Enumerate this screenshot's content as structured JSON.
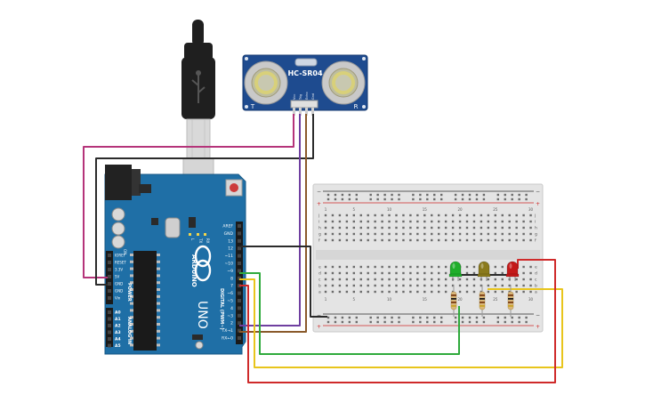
{
  "sensor": {
    "model": "HC-SR04",
    "left_mark": "T",
    "right_mark": "R",
    "pins": [
      "Vcc",
      "Trig",
      "Echo",
      "Gnd"
    ]
  },
  "arduino": {
    "brand": "ARDUINO",
    "model": "UNO",
    "power_header_label": "POWER",
    "analog_header_label": "ANALOG IN",
    "digital_header_label": "DIGITAL (PWM~)",
    "on_label": "ON",
    "tx_label": "TX",
    "rx_label": "RX",
    "l_label": "L",
    "power_pins": [
      "IOREF",
      "RESET",
      "3.3V",
      "5V",
      "GND",
      "GND",
      "Vin"
    ],
    "analog_pins": [
      "A0",
      "A1",
      "A2",
      "A3",
      "A4",
      "A5"
    ],
    "digital_pins": [
      "AREF",
      "GND",
      "13",
      "12",
      "~11",
      "~10",
      "~9",
      "8",
      "7",
      "~6",
      "~5",
      "4",
      "~3",
      "2",
      "TX→1",
      "RX←0"
    ]
  },
  "breadboard": {
    "row_letters_top": [
      "j",
      "i",
      "h",
      "g",
      "f"
    ],
    "row_letters_bottom": [
      "e",
      "d",
      "c",
      "b",
      "a"
    ],
    "column_numbers": [
      "1",
      "5",
      "10",
      "15",
      "20",
      "25",
      "30"
    ],
    "rail_minus": "−",
    "rail_plus": "+"
  },
  "leds": [
    {
      "name": "green",
      "color": "#1fae2a"
    },
    {
      "name": "yellow",
      "color": "#8a7a1d"
    },
    {
      "name": "red",
      "color": "#c41a1a"
    }
  ],
  "wire_colors": {
    "magenta": "#b5347a",
    "black": "#2b2b2b",
    "purple": "#6f3fa0",
    "brown": "#8a5a2b",
    "green": "#2faa3c",
    "yellow": "#e8c51c",
    "red": "#cf2a2a",
    "usb": "#1f1f1f"
  }
}
